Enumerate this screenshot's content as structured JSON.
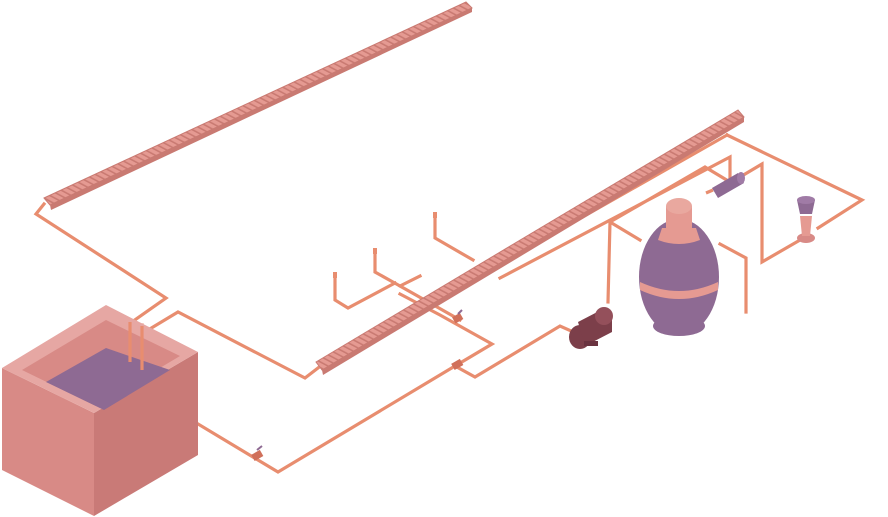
{
  "diagram": {
    "components": {
      "balance_tank": "balance-tank",
      "overflow_grating_far": "overflow-grating",
      "overflow_grating_near": "overflow-grating",
      "circulation_pump": "pump",
      "sand_filter": "sand-filter",
      "uv_sterilizer": "uv-sterilizer",
      "inlet_fitting": "inlet-fitting",
      "return_nozzles": "return-nozzle",
      "valves": "valve"
    },
    "colors": {
      "pipe": "#E88D6F",
      "pipe_dark": "#D0705A",
      "grating": "#E59A92",
      "grating_dark": "#C97A72",
      "tank_front": "#D88A86",
      "tank_side": "#C97A77",
      "tank_top": "#E6A7A3",
      "water": "#8E6A93",
      "filter_body": "#8E6A93",
      "filter_cap": "#E59A92",
      "pump": "#7C3F4A",
      "uv": "#8E6A93"
    }
  }
}
